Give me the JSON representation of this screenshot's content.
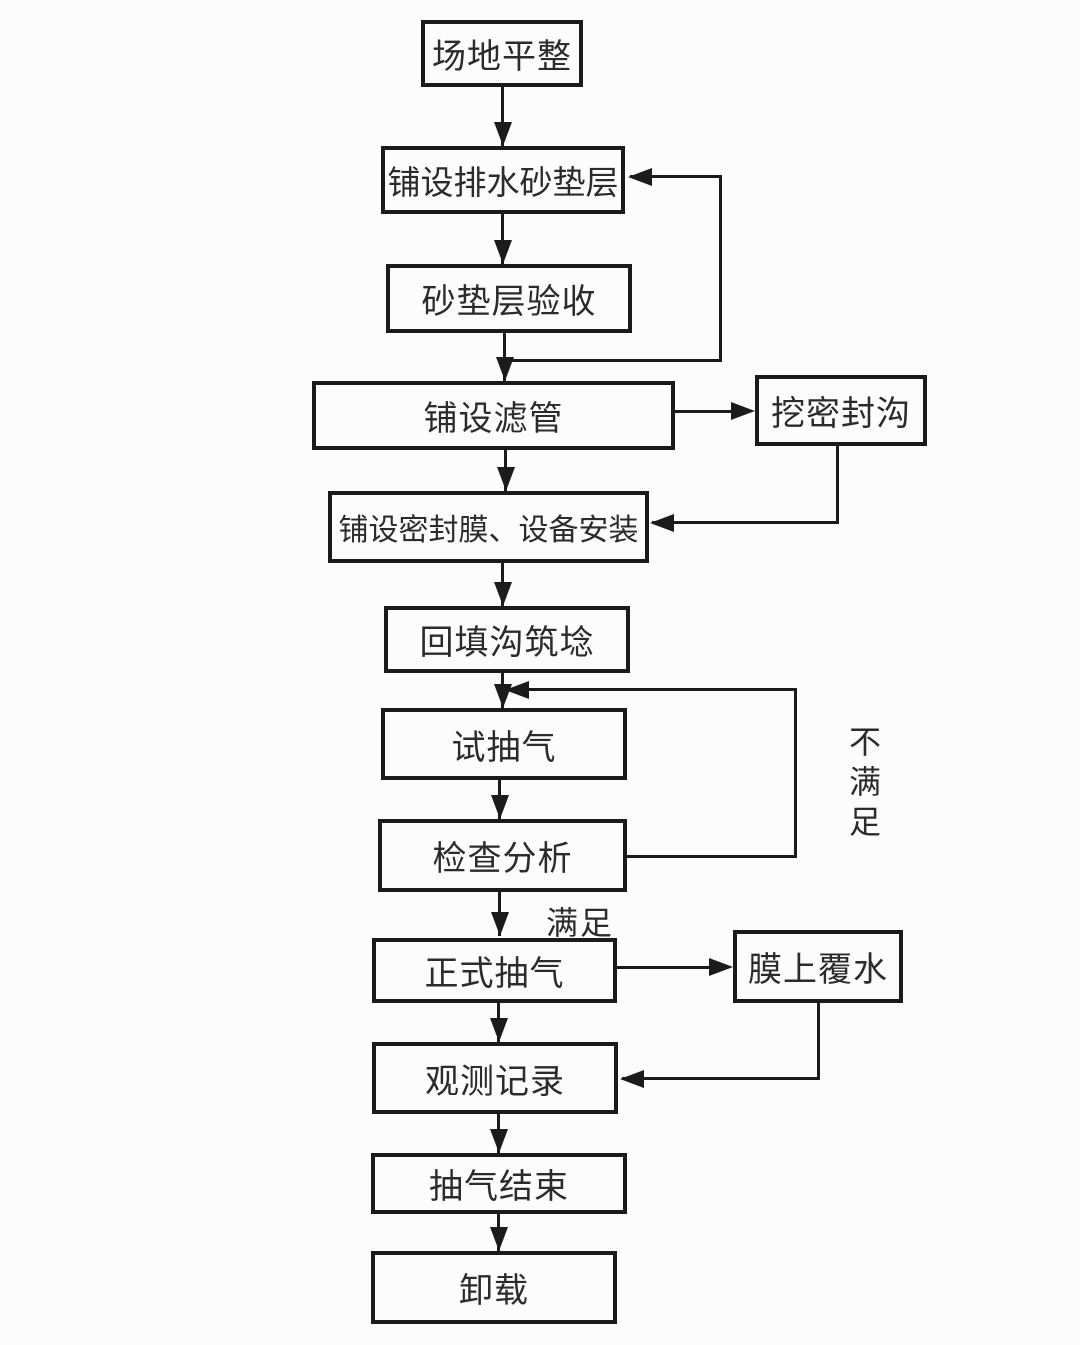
{
  "canvas": {
    "background": "#fcfcfc",
    "line_color": "#1b1b1b",
    "text_color": "#2b2b2b"
  },
  "nodes": {
    "site_leveling": {
      "label": "场地平整"
    },
    "lay_drainage_sand_cushion": {
      "label": "铺设排水砂垫层"
    },
    "sand_cushion_acceptance": {
      "label": "砂垫层验收"
    },
    "lay_filter_pipes": {
      "label": "铺设滤管"
    },
    "dig_sealing_trench": {
      "label": "挖密封沟"
    },
    "lay_sealing_membrane_equipment_install": {
      "label": "铺设密封膜、设备安装"
    },
    "backfill_trench_build_embankment": {
      "label": "回填沟筑埝"
    },
    "trial_pumping": {
      "label": "试抽气"
    },
    "inspection_analysis": {
      "label": "检查分析"
    },
    "formal_pumping": {
      "label": "正式抽气"
    },
    "water_cover_on_membrane": {
      "label": "膜上覆水"
    },
    "observation_recording": {
      "label": "观测记录"
    },
    "pumping_end": {
      "label": "抽气结束"
    },
    "unloading": {
      "label": "卸载"
    }
  },
  "edge_labels": {
    "satisfied": "满足",
    "not_satisfied": "不满足"
  }
}
